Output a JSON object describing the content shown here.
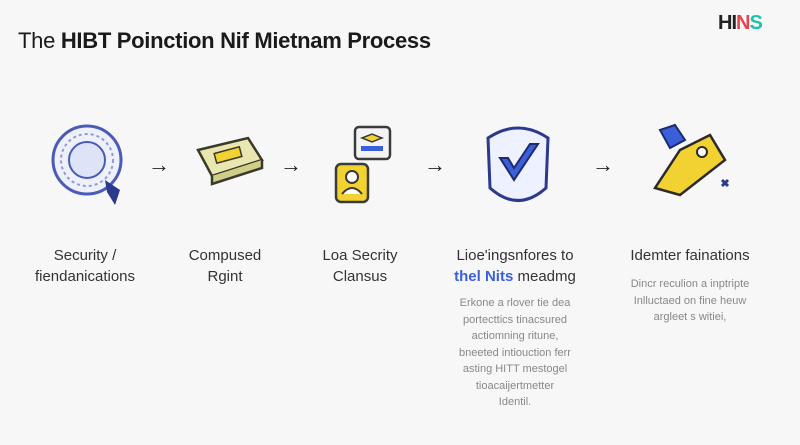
{
  "header": {
    "title_prefix": "The",
    "title_bold": "HIBT Poinction Nif Mietnam Process",
    "logo": {
      "part1": "HI",
      "part2": "N",
      "part3": "S"
    }
  },
  "colors": {
    "accent_blue": "#3b5fd9",
    "accent_yellow": "#f2d230",
    "logo_red": "#e8424a",
    "logo_teal": "#1fc2b0"
  },
  "arrow_glyph": "→",
  "steps": [
    {
      "icon": "shield-clock-icon",
      "line1": "Security /",
      "line2": "fiendanications"
    },
    {
      "icon": "ticket-icon",
      "line1": "Compused",
      "line2": "Rgint"
    },
    {
      "icon": "id-badge-icon",
      "line1": "Loa Secrity",
      "line2": "Clansus"
    },
    {
      "icon": "checkmark-shield-icon",
      "line1": "Lioe'ingsnfores to",
      "line2_highlight": "thel Nits",
      "line2_rest": " meadmg",
      "description": [
        "Erkone a rlover tie dea",
        "portecttics tinacsured",
        "actiomning ritune,",
        "bneeted intiouction ferr",
        "asting HITT mestogel",
        "tioacaijertmetter",
        "Identil."
      ]
    },
    {
      "icon": "tag-icon",
      "line1": "Idemter fainations",
      "line2": "",
      "description": [
        "Dincr reculion a inptripte",
        "Inlluctaed on fine heuw",
        "argleet s witiei,"
      ]
    }
  ]
}
